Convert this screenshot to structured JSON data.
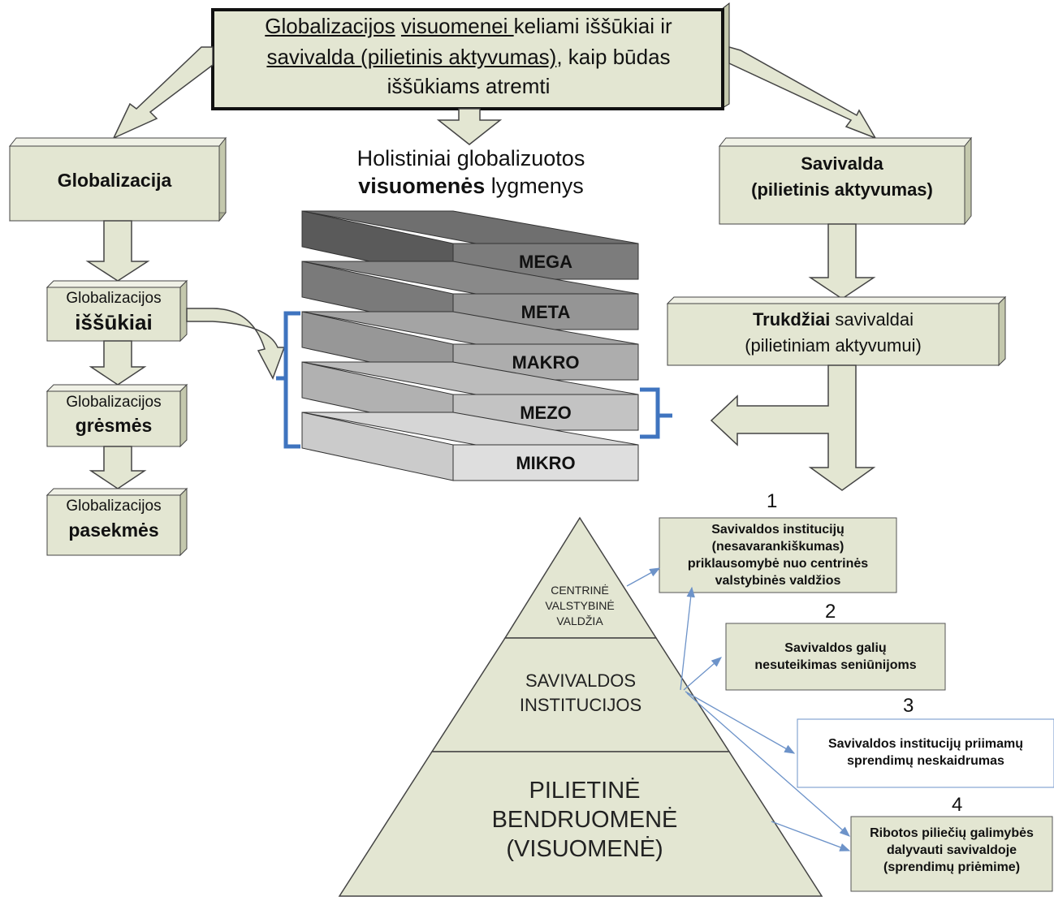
{
  "title": {
    "line1_part1": "Globalizacijos",
    "line1_part2": "visuomenei ",
    "line1_part3": "keliami iššūkiai ir",
    "line2_part1": "savivalda (pilietinis aktyvumas)",
    "line2_part2": ", kaip būdas",
    "line3": "iššūkiams atremti"
  },
  "left": {
    "globalizacija": "Globalizacija",
    "challenges_small": "Globalizacijos",
    "challenges_big": "iššūkiai",
    "threats_small": "Globalizacijos",
    "threats_big": "grėsmės",
    "consequences_small": "Globalizacijos",
    "consequences_big": "pasekmės"
  },
  "center": {
    "heading_line1": "Holistiniai globalizuotos",
    "heading_bold": "visuomenės",
    "heading_rest": " lygmenys",
    "levels": [
      "MEGA",
      "META",
      "MAKRO",
      "MEZO",
      "MIKRO"
    ]
  },
  "right": {
    "savivalda_line1": "Savivalda",
    "savivalda_line2": "(pilietinis aktyvumas)",
    "obstacles_bold": "Trukdžiai",
    "obstacles_rest": " savivaldai",
    "obstacles_line2": "(pilietiniam aktyvumui)"
  },
  "pyramid": {
    "top": [
      "CENTRINĖ",
      "VALSTYBINĖ",
      "VALDŽIA"
    ],
    "middle": [
      "SAVIVALDOS",
      "INSTITUCIJOS"
    ],
    "bottom": [
      "PILIETINĖ",
      "BENDRUOMENĖ",
      "(VISUOMENĖ)"
    ]
  },
  "notes": [
    {
      "number": "1",
      "lines": [
        "Savivaldos institucijų",
        "(nesavarankiškumas)",
        "priklausomybė nuo centrinės",
        "valstybinės valdžios"
      ]
    },
    {
      "number": "2",
      "lines": [
        "Savivaldos galių",
        "nesuteikimas seniūnijoms"
      ]
    },
    {
      "number": "3",
      "lines": [
        "Savivaldos institucijų priimamų",
        "sprendimų neskaidrumas"
      ]
    },
    {
      "number": "4",
      "lines": [
        "Ribotos piliečių galimybės",
        "dalyvauti savivaldoje",
        "(sprendimų priėmime)"
      ]
    }
  ],
  "colors": {
    "box_fill": "#e3e6d2",
    "box_side": "#c4c8ad",
    "box_dark": "#9fa38a",
    "bracket": "#3f74bf",
    "connector": "#6d93c9"
  }
}
